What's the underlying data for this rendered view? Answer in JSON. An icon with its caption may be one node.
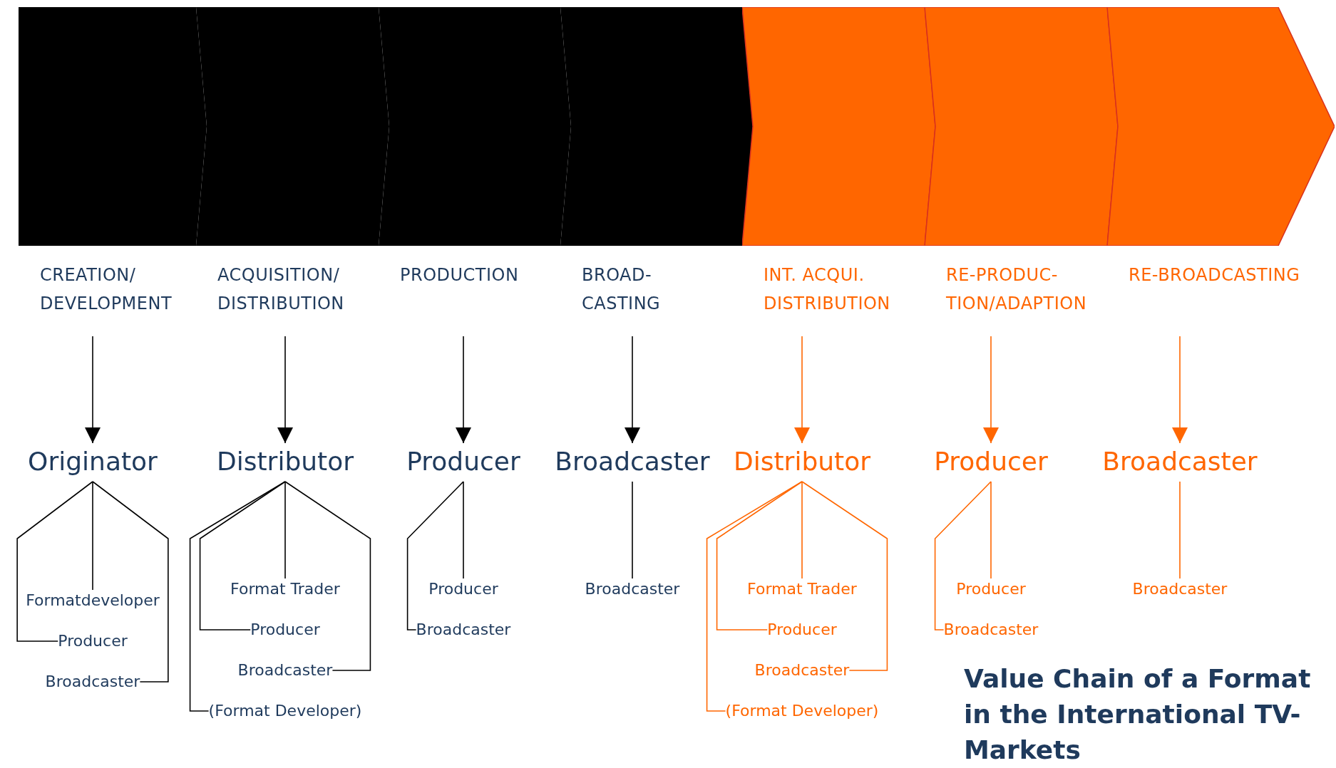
{
  "diagram": {
    "caption": "Value Chain of a Format in the International TV- Markets",
    "nodes": [
      {
        "text": [
          "CREATION/ DEVELOPMENT"
        ]
      },
      {
        "text": [
          "ACQUISITION/ DISTRIBUTION"
        ]
      },
      {
        "text": [
          "PRODUCTION"
        ]
      },
      {
        "text": [
          "BROAD- CASTING"
        ]
      },
      {
        "text": [
          "INT. ACQUI. DISTRIBUTION"
        ]
      },
      {
        "text": [
          "RE-PRODUC- TION/ADAPTION"
        ]
      },
      {
        "text": [
          "RE-BROADCASTING"
        ]
      },
      {
        "text": [
          "Originator"
        ]
      },
      {
        "text": [
          "Distributor"
        ]
      },
      {
        "text": [
          "Producer"
        ]
      },
      {
        "text": [
          "Broadcaster"
        ]
      },
      {
        "text": [
          "Distributor"
        ]
      },
      {
        "text": [
          "Producer"
        ]
      },
      {
        "text": [
          "Broadcaster"
        ]
      },
      {
        "text": [
          "Formatdeveloper"
        ]
      },
      {
        "text": [
          "Producer"
        ]
      },
      {
        "text": [
          "Broadcaster"
        ]
      },
      {
        "text": [
          "Format Trader"
        ]
      },
      {
        "text": [
          "Producer"
        ]
      },
      {
        "text": [
          "Broadcaster"
        ]
      },
      {
        "text": [
          "(Format Developer)"
        ]
      },
      {
        "text": [
          "Producer"
        ]
      },
      {
        "text": [
          "Broadcaster"
        ]
      },
      {
        "text": [
          "Broadcaster"
        ]
      },
      {
        "text": [
          "Format Trader"
        ]
      },
      {
        "text": [
          "Producer"
        ]
      },
      {
        "text": [
          "Broadcaster"
        ]
      },
      {
        "text": [
          "(Format Developer)"
        ]
      },
      {
        "text": [
          "Producer"
        ]
      },
      {
        "text": [
          "Broadcaster"
        ]
      },
      {
        "text": [
          "Broadcaster"
        ]
      }
    ],
    "edges": [
      {
        "from": 0,
        "to": 7,
        "arrow": "to"
      },
      {
        "from": 1,
        "to": 8,
        "arrow": "to"
      },
      {
        "from": 2,
        "to": 9,
        "arrow": "to"
      },
      {
        "from": 3,
        "to": 10,
        "arrow": "to"
      },
      {
        "from": 4,
        "to": 11,
        "arrow": "to",
        "color": "#ff6600"
      },
      {
        "from": 5,
        "to": 12,
        "arrow": "to",
        "color": "#ff6600"
      },
      {
        "from": 6,
        "to": 13,
        "arrow": "to",
        "color": "#ff6600"
      },
      {
        "from": 7,
        "to": 14,
        "arrow": "none"
      },
      {
        "from": 7,
        "to": 15,
        "arrow": "none"
      },
      {
        "from": 7,
        "to": 16,
        "arrow": "none"
      },
      {
        "from": 8,
        "to": 17,
        "arrow": "none"
      },
      {
        "from": 8,
        "to": 18,
        "arrow": "none"
      },
      {
        "from": 8,
        "to": 19,
        "arrow": "none"
      },
      {
        "from": 8,
        "to": 20,
        "arrow": "none"
      },
      {
        "from": 9,
        "to": 21,
        "arrow": "none"
      },
      {
        "from": 9,
        "to": 22,
        "arrow": "none"
      },
      {
        "from": 10,
        "to": 23,
        "arrow": "none"
      },
      {
        "from": 11,
        "to": 24,
        "arrow": "none",
        "color": "#ff6600"
      },
      {
        "from": 11,
        "to": 25,
        "arrow": "none",
        "color": "#ff6600"
      },
      {
        "from": 11,
        "to": 26,
        "arrow": "none",
        "color": "#ff6600"
      },
      {
        "from": 11,
        "to": 27,
        "arrow": "none",
        "color": "#ff6600"
      },
      {
        "from": 12,
        "to": 28,
        "arrow": "none",
        "color": "#ff6600"
      },
      {
        "from": 12,
        "to": 29,
        "arrow": "none",
        "color": "#ff6600"
      },
      {
        "from": 13,
        "to": 30,
        "arrow": "none",
        "color": "#ff6600"
      }
    ]
  }
}
